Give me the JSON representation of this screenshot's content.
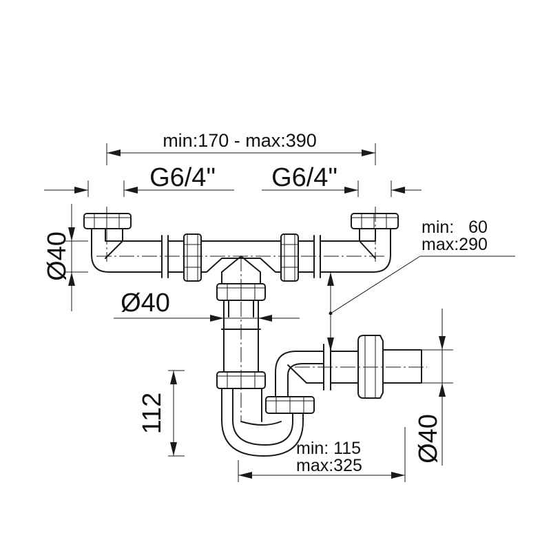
{
  "dimensions": {
    "overall_width": "min:170 - max:390",
    "thread_left": "G6/4\"",
    "thread_right": "G6/4\"",
    "inlet_diameter": "Ø40",
    "center_diameter": "Ø40",
    "outlet_diameter": "Ø40",
    "vertical_min": "min:   60",
    "vertical_max": "max:290",
    "trap_depth": "112",
    "horizontal_min": "min: 115",
    "horizontal_max": "max:325"
  },
  "colors": {
    "ink": "#1a1a1a",
    "background": "#ffffff"
  }
}
